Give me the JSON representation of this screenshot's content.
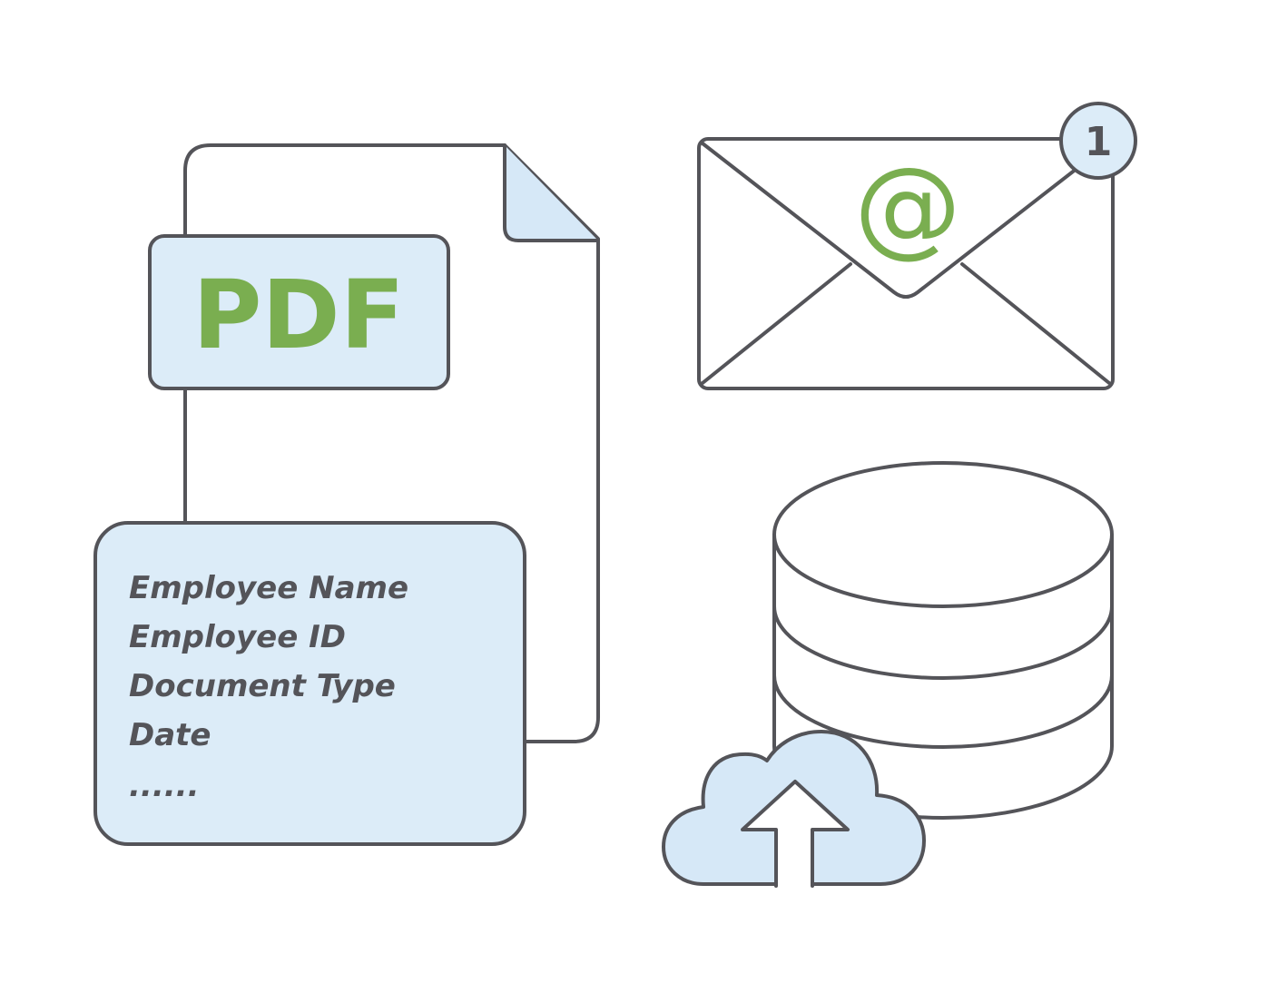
{
  "colors": {
    "stroke": "#545459",
    "fill_light_blue": "#dcecf8",
    "accent_green": "#7aae50",
    "background": "#ffffff"
  },
  "document": {
    "badge_label": "PDF",
    "fields": [
      "Employee Name",
      "Employee ID",
      "Document Type",
      "Date",
      "......"
    ]
  },
  "email": {
    "symbol": "@",
    "notification_count": "1"
  },
  "icons": {
    "document": "document-icon",
    "email": "envelope-icon",
    "database": "database-icon",
    "upload": "cloud-upload-icon"
  }
}
